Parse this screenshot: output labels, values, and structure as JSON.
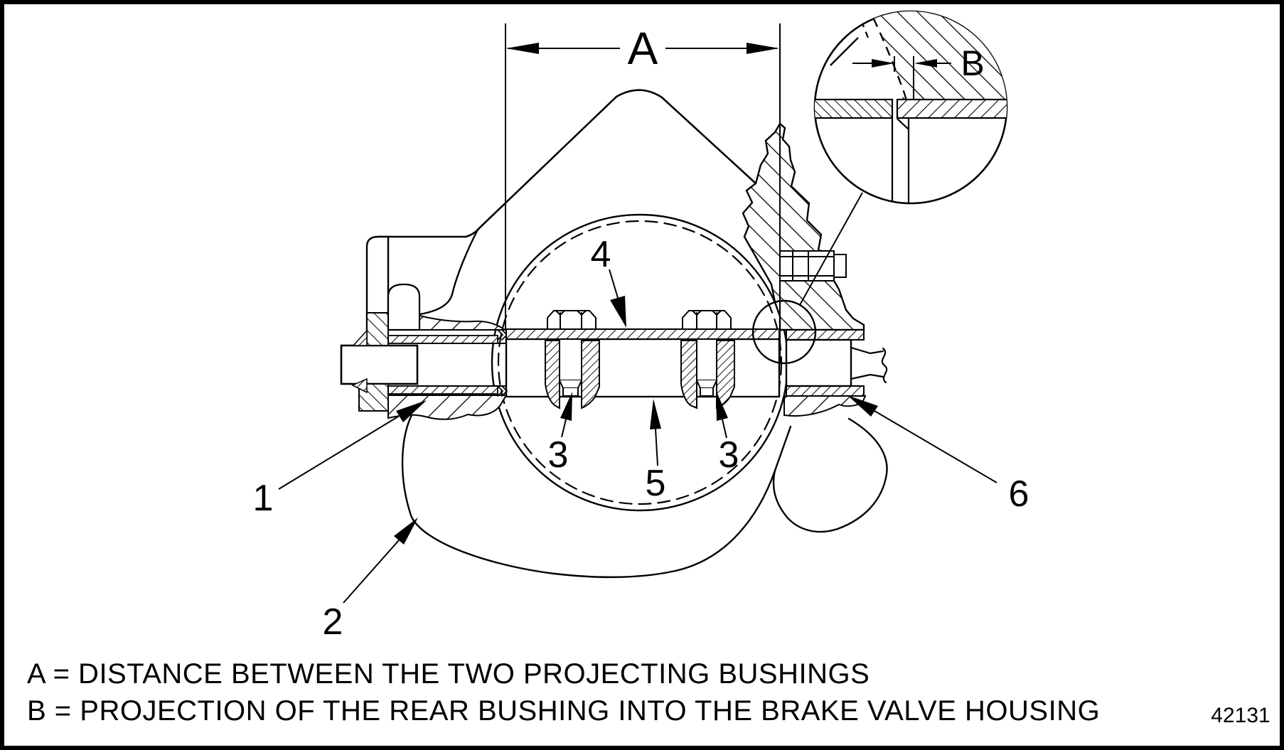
{
  "dimension_labels": {
    "a": "A",
    "b": "B"
  },
  "callouts": {
    "item1": "1",
    "item2": "2",
    "item3_left": "3",
    "item3_right": "3",
    "item4": "4",
    "item5": "5",
    "item6": "6"
  },
  "legend": {
    "line1": "A = DISTANCE BETWEEN THE TWO PROJECTING BUSHINGS",
    "line2": "B = PROJECTION OF THE REAR BUSHING INTO THE BRAKE VALVE HOUSING"
  },
  "figure_number": "42131",
  "colors": {
    "ink": "#000000",
    "paper": "#ffffff"
  }
}
